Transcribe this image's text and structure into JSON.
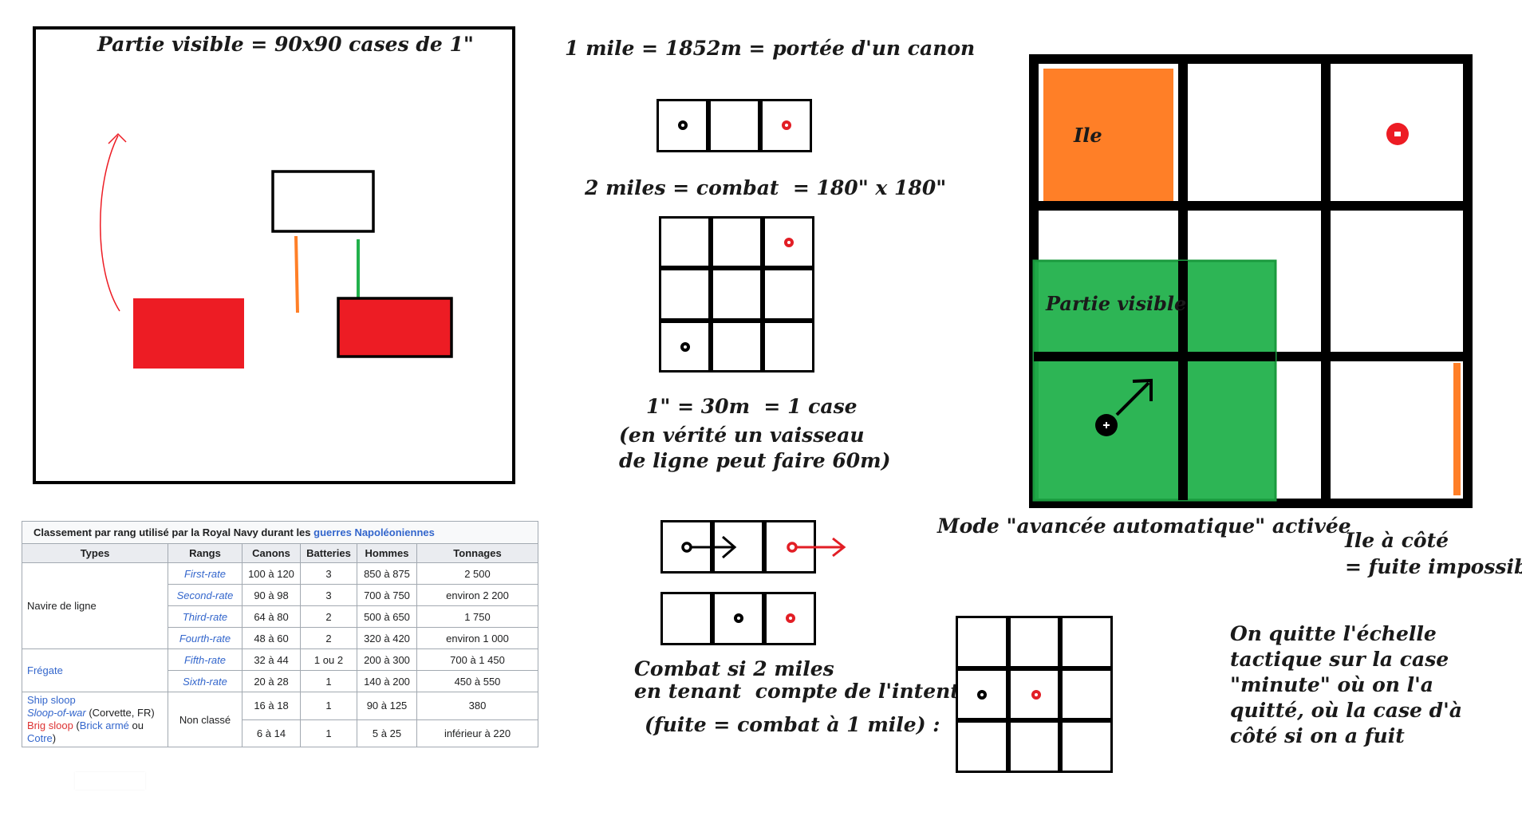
{
  "panel1": {
    "title": "Partie visible = 90x90 cases de 1\""
  },
  "scale_notes": {
    "mile1": "1 mile = 1852m = portée d'un canon",
    "mile2": "2 miles = combat  = 180\" x 180\"",
    "case_line1": "1\" = 30m  = 1 case",
    "case_line2": "(en vérité un vaisseau",
    "case_line3": "de ligne peut faire 60m)",
    "combat_line1": "Combat si 2 miles",
    "combat_line2": "en tenant  compte de l'intention",
    "combat_line3": "(fuite = combat à 1 mile) :"
  },
  "map_panel": {
    "island_label": "Ile",
    "visible_label": "Partie visible",
    "mode_note": "Mode \"avancée automatique\" activée",
    "island_note_line1": "Ile à côté",
    "island_note_line2": "= fuite impossible",
    "quit_note_lines": [
      "On quitte l'échelle",
      "tactique sur la case",
      "\"minute\" où on l'a",
      "quitté, où la case d'à",
      "côté si on a fuit"
    ]
  },
  "colors": {
    "red": "#ed1c24",
    "orange": "#ff7f27",
    "green": "#22b14c",
    "black": "#000000"
  },
  "wiki_table": {
    "caption_prefix": "Classement par rang utilisé par la Royal Navy durant les ",
    "caption_link": "guerres Napoléoniennes",
    "headers": [
      "Types",
      "Rangs",
      "Canons",
      "Batteries",
      "Hommes",
      "Tonnages"
    ],
    "groups": {
      "ligne": "Navire de ligne",
      "fregate": "Frégate",
      "sloop_1": "Ship sloop",
      "sloop_2a": "Sloop-of-war",
      "sloop_2b": " (Corvette, FR)",
      "sloop_3a": "Brig sloop",
      "sloop_3b": " (",
      "sloop_3c": "Brick armé",
      "sloop_3d": " ou ",
      "sloop_3e": "Cotre",
      "sloop_3f": ")",
      "non_classe": "Non classé"
    },
    "rows": [
      {
        "rang": "First-rate",
        "canons": "100 à 120",
        "batteries": "3",
        "hommes": "850 à 875",
        "tonnages": "2 500"
      },
      {
        "rang": "Second-rate",
        "canons": "90 à 98",
        "batteries": "3",
        "hommes": "700 à 750",
        "tonnages": "environ 2 200"
      },
      {
        "rang": "Third-rate",
        "canons": "64 à 80",
        "batteries": "2",
        "hommes": "500 à 650",
        "tonnages": "1 750"
      },
      {
        "rang": "Fourth-rate",
        "canons": "48 à 60",
        "batteries": "2",
        "hommes": "320 à 420",
        "tonnages": "environ 1 000"
      },
      {
        "rang": "Fifth-rate",
        "canons": "32 à 44",
        "batteries": "1 ou 2",
        "hommes": "200 à 300",
        "tonnages": "700 à 1 450"
      },
      {
        "rang": "Sixth-rate",
        "canons": "20 à 28",
        "batteries": "1",
        "hommes": "140 à 200",
        "tonnages": "450 à 550"
      },
      {
        "rang": "",
        "canons": "16 à 18",
        "batteries": "1",
        "hommes": "90 à 125",
        "tonnages": "380"
      },
      {
        "rang": "",
        "canons": "6 à 14",
        "batteries": "1",
        "hommes": "5 à 25",
        "tonnages": "inférieur à 220"
      }
    ]
  }
}
